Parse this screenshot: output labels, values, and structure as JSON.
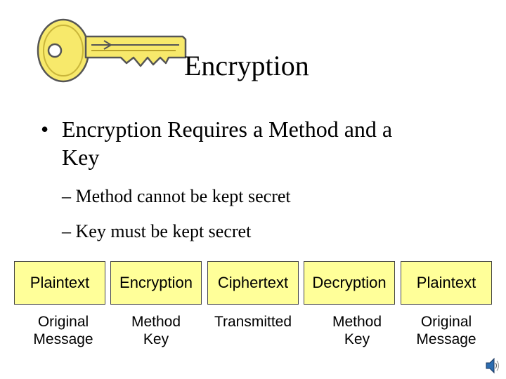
{
  "slide": {
    "title": "Encryption",
    "bullet": {
      "symbol": "•",
      "line1": "Encryption Requires a Method and a",
      "line2": "Key",
      "sub_items": [
        "– Method cannot be kept secret",
        "– Key must be kept secret"
      ]
    }
  },
  "flow": {
    "box_color": "#ffff99",
    "stages": [
      {
        "label": "Plaintext",
        "desc_lines": [
          "Original",
          "Message"
        ]
      },
      {
        "label": "Encryption",
        "desc_lines": [
          "Method",
          "Key"
        ]
      },
      {
        "label": "Ciphertext",
        "desc_lines": [
          "Transmitted"
        ]
      },
      {
        "label": "Decryption",
        "desc_lines": [
          "Method",
          "Key"
        ]
      },
      {
        "label": "Plaintext",
        "desc_lines": [
          "Original",
          "Message"
        ]
      }
    ]
  },
  "icons": {
    "key": "key-icon",
    "speaker": "speaker-icon"
  }
}
